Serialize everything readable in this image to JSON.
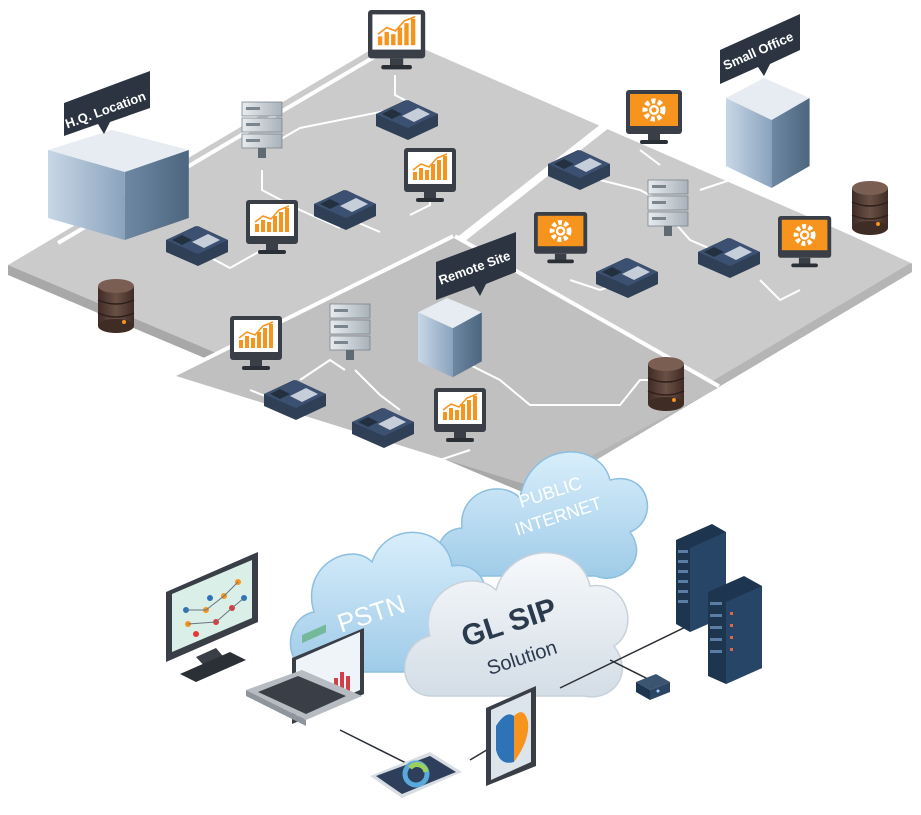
{
  "callouts": {
    "hq": "H.Q. Location",
    "small_office": "Small Office",
    "remote_site": "Remote Site"
  },
  "clouds": {
    "pstn": "PSTN",
    "internet_line1": "PUBLIC",
    "internet_line2": "INTERNET",
    "solution_brand": "GL SIP",
    "solution_sub": "Solution"
  },
  "colors": {
    "floor": "#c9c9c9",
    "floor_dark": "#a9a9a9",
    "wall_edge": "#ffffff",
    "callout_bg": "#2b3440",
    "phone": "#2e3f56",
    "monitor_frame": "#3a3f47",
    "chart_screen": "#ffffff",
    "chart_orange": "#f7941d",
    "gear_screen": "#f7941d",
    "cloud_light": "#bfe0f3",
    "cloud_solution": "#eef1f4",
    "rack": "#1e3550",
    "db": "#5b4339"
  },
  "icons": [
    "building-icon",
    "server-icon",
    "ip-phone-icon",
    "chart-monitor-icon",
    "gear-monitor-icon",
    "database-icon",
    "laptop-icon",
    "tablet-icon",
    "smartphone-icon",
    "server-rack-icon",
    "network-switch-icon"
  ]
}
